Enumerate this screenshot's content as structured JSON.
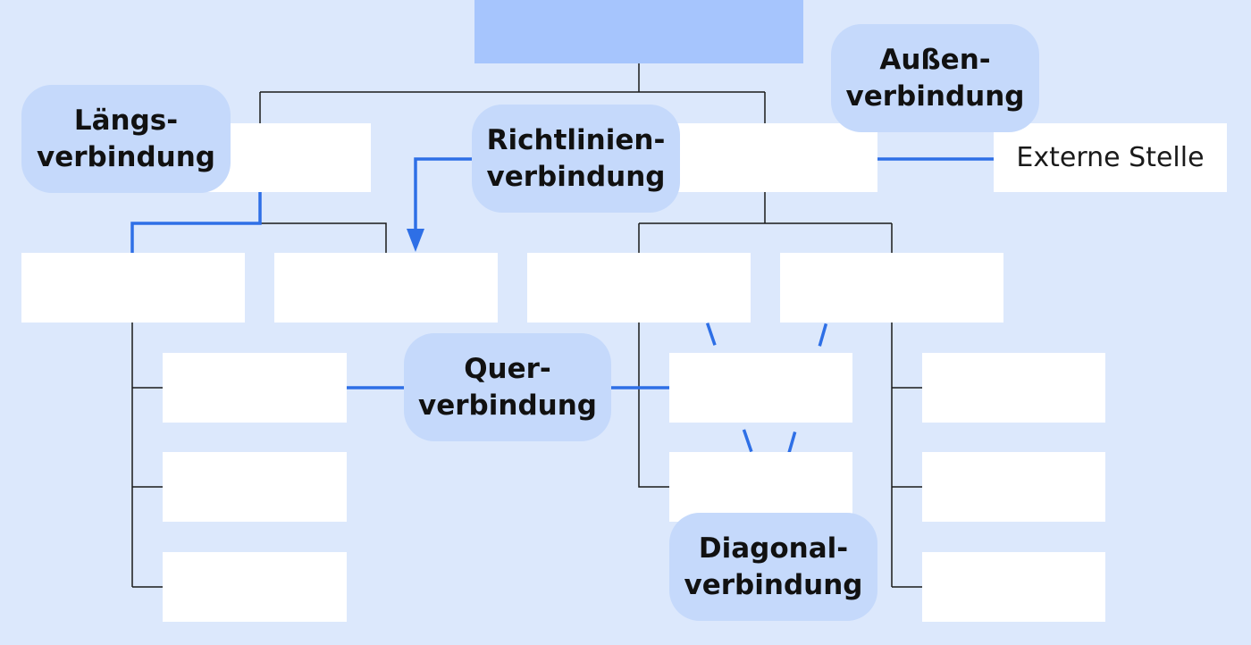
{
  "colors": {
    "background": "#dce8fc",
    "top_box": "#a6c5fd",
    "label_bubble": "#c5d9fb",
    "org_line": "#1a1a1a",
    "connection_line": "#2e6fe6"
  },
  "external_box": {
    "label": "Externe Stelle"
  },
  "labels": {
    "laengs": {
      "line1": "Längs-",
      "line2": "verbindung"
    },
    "richtlinien": {
      "line1": "Richtlinien-",
      "line2": "verbindung"
    },
    "aussen": {
      "line1": "Außen-",
      "line2": "verbindung"
    },
    "quer": {
      "line1": "Quer-",
      "line2": "verbindung"
    },
    "diagonal": {
      "line1": "Diagonal-",
      "line2": "verbindung"
    }
  }
}
